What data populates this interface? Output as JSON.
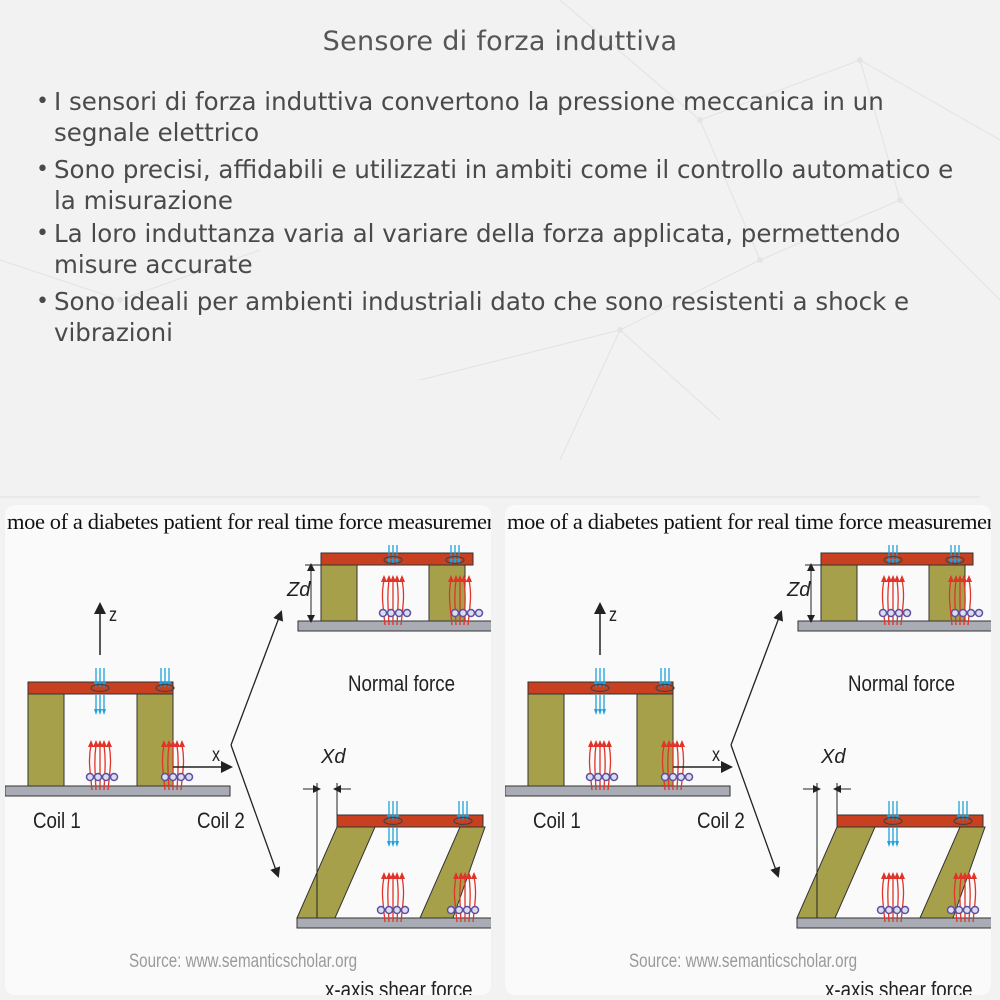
{
  "title": "Sensore di forza induttiva",
  "bullets": [
    "I sensori di forza induttiva convertono la pressione meccanica in un segnale elettrico",
    "Sono precisi, affidabili e utilizzati in ambiti come il controllo automatico e la misurazione",
    "La loro induttanza varia al variare della forza applicata, permettendo misure accurate",
    "Sono ideali per ambienti industriali dato che sono resistenti a shock e vibrazioni"
  ],
  "figure": {
    "caption": "moe of a diabetes patient for real time force measurement.",
    "labels": {
      "z_axis": "z",
      "x_axis": "x",
      "coil1": "Coil 1",
      "coil2": "Coil 2",
      "normal_force": "Normal force",
      "zd": "Zd",
      "xd": "Xd",
      "shear_force": "x-axis shear force",
      "source": "Source: www.semanticscholar.org"
    }
  },
  "colors": {
    "beam": "#c8401f",
    "pillar": "#a7a04a",
    "base": "#a9acb4",
    "field_red": "#e0332a",
    "field_blue": "#1ea0dc",
    "coil": "#5b4fa0"
  }
}
